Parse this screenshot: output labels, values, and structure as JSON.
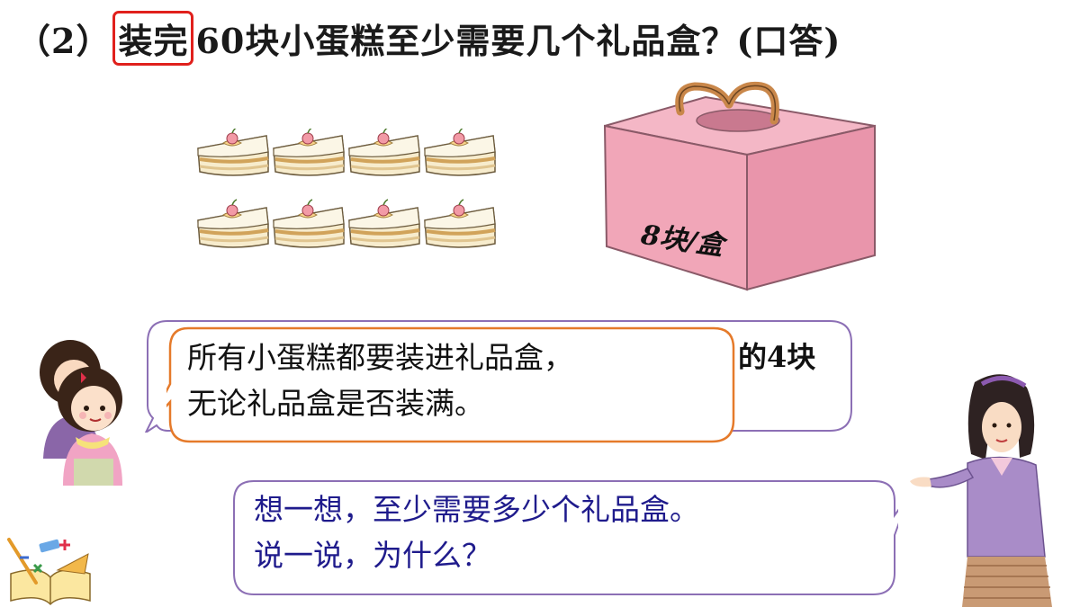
{
  "title": {
    "prefix": "（2）",
    "highlight": "装完",
    "suffix": "60块小蛋糕至少需要几个礼品盒？(口答)"
  },
  "gift_box": {
    "label": "8块/盒"
  },
  "bubbles": {
    "back_visible_fragment": "的4块",
    "front_line1": "所有小蛋糕都要装进礼品盒，",
    "front_line2": "无论礼品盒是否装满。",
    "teacher_line1": "想一想，至少需要多少个礼品盒。",
    "teacher_line2": "说一说，为什么？"
  },
  "colors": {
    "highlight_border": "#e0201c",
    "front_bubble_border": "#e57a2a",
    "back_bubble_border": "#8c6fb5",
    "teacher_bubble_border": "#8c6fb5",
    "teacher_text": "#1f1b8c",
    "box_pink": "#f2a8bb"
  },
  "icons": {
    "cake": "cake-slice-icon",
    "box": "gift-box-icon",
    "logo": "math-book-logo-icon"
  }
}
